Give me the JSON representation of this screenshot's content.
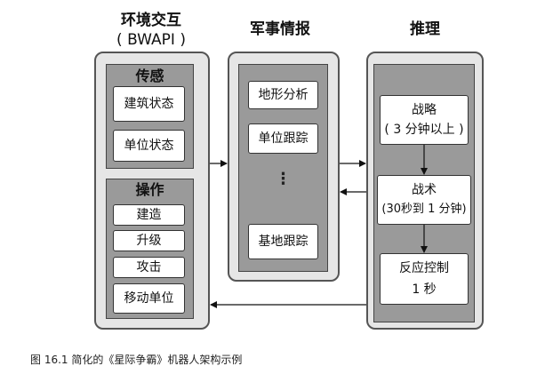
{
  "columns": {
    "env": {
      "title_line1": "环境交互",
      "title_line2": "( BWAPI )"
    },
    "intel": {
      "title": "军事情报"
    },
    "reason": {
      "title": "推理"
    }
  },
  "env": {
    "sensing": {
      "title": "传感",
      "items": [
        "建筑状态",
        "单位状态"
      ]
    },
    "operate": {
      "title": "操作",
      "items": [
        "建造",
        "升级",
        "攻击",
        "移动单位"
      ]
    }
  },
  "intel": {
    "items": [
      "地形分析",
      "单位跟踪"
    ],
    "ellipsis": "⋮",
    "last_item": "基地跟踪"
  },
  "reason": {
    "strategy": {
      "label": "战略",
      "time": "( 3 分钟以上 )"
    },
    "tactics": {
      "label": "战术",
      "time": "(30秒到 1 分钟)"
    },
    "reactive": {
      "label": "反应控制",
      "time": "1 秒"
    }
  },
  "caption": "图 16.1    简化的《星际争霸》机器人架构示例"
}
